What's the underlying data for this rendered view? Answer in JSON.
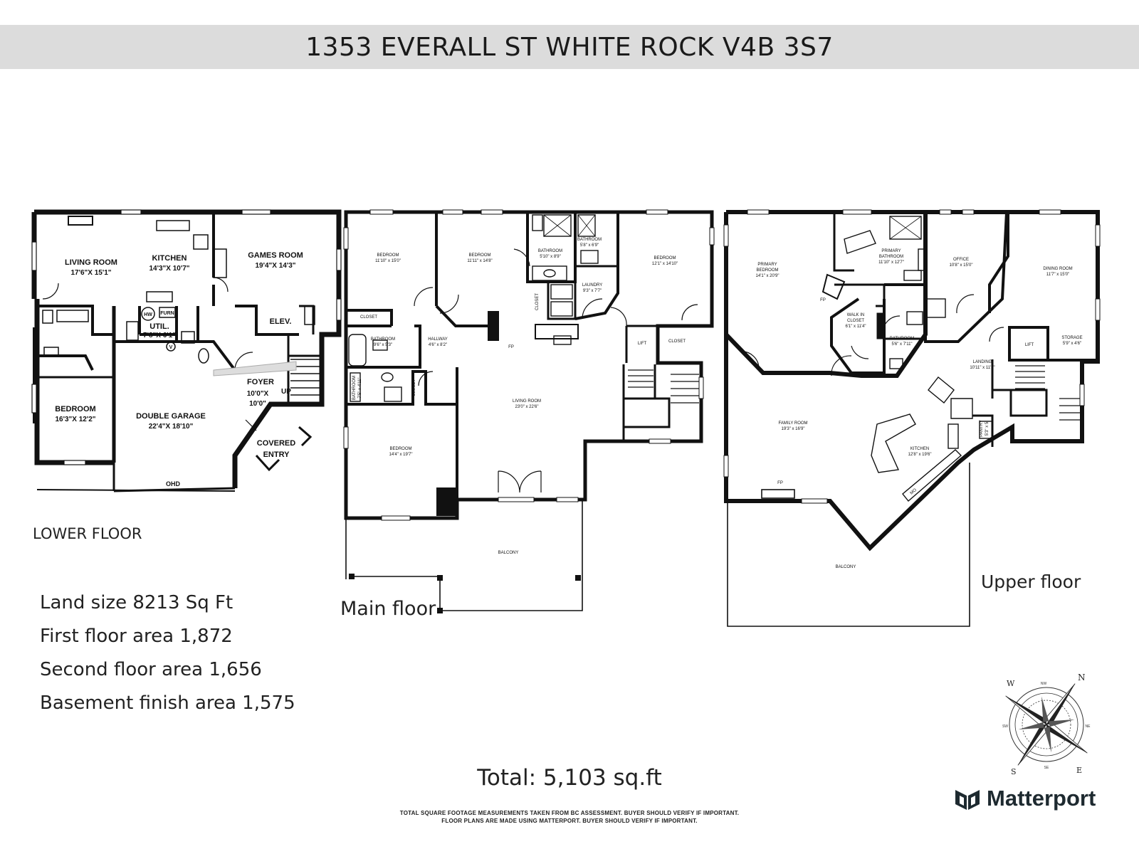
{
  "title": "1353 EVERALL ST WHITE ROCK V4B 3S7",
  "captions": {
    "lower": "LOWER FLOOR",
    "main": "Main floor",
    "upper": "Upper floor"
  },
  "stats": [
    "Land size 8213 Sq Ft",
    "First floor area 1,872",
    "Second floor area 1,656",
    "Basement finish area 1,575"
  ],
  "total": "Total: 5,103 sq.ft",
  "disclaimer": [
    "TOTAL SQUARE FOOTAGE MEASUREMENTS TAKEN FROM BC ASSESSMENT. BUYER SHOULD VERIFY IF IMPORTANT.",
    "FLOOR PLANS ARE MADE USING MATTERPORT. BUYER SHOULD VERIFY IF IMPORTANT."
  ],
  "brand": "Matterport",
  "brand_logo_icon": "matterport-logo-icon",
  "compass_icon": "compass-rose-icon",
  "lower_floor": {
    "living_room": {
      "name": "LIVING ROOM",
      "size": "17'6\"X 15'1\""
    },
    "kitchen": {
      "name": "KITCHEN",
      "size": "14'3\"X 10'7\""
    },
    "games_room": {
      "name": "GAMES ROOM",
      "size": "19'4\"X 14'3\""
    },
    "util": {
      "name": "UTIL.",
      "size": "7'8\"X 6'1\""
    },
    "hw": "HW",
    "furn": "FURN",
    "v": "V",
    "elev": "ELEV.",
    "up": "UP",
    "foyer": {
      "name": "FOYER",
      "size1": "10'0\"X",
      "size2": "10'0\""
    },
    "bedroom": {
      "name": "BEDROOM",
      "size": "16'3\"X 12'2\""
    },
    "garage": {
      "name": "DOUBLE GARAGE",
      "size": "22'4\"X 18'10\""
    },
    "covered1": "COVERED",
    "covered2": "ENTRY",
    "ohd": "OHD"
  },
  "main_floor": {
    "bedroom_a": {
      "name": "BEDROOM",
      "size": "11'10\" x 15'0\""
    },
    "bedroom_b": {
      "name": "BEDROOM",
      "size": "11'11\" x 14'8\""
    },
    "bath_a": {
      "name": "BATHROOM",
      "size": "5'10\" x 8'9\""
    },
    "bath_b": {
      "name": "BATHROOM",
      "size": "5'8\" x 6'9\""
    },
    "bedroom_c": {
      "name": "BEDROOM",
      "size": "12'1\" x 14'10\""
    },
    "laundry": {
      "name": "LAUNDRY",
      "size": "9'3\" x 7'7\""
    },
    "closet_a": "CLOSET",
    "closet_b": "CLOSET",
    "closet_c": "CLOSET",
    "closet_d": "CLOSET",
    "bath_c": {
      "name": "BATHROOM",
      "size": "9'6\" x 5'3\""
    },
    "hallway": {
      "name": "HALLWAY",
      "size": "4'6\" x 8'2\""
    },
    "fp": "FP",
    "lift": "LIFT",
    "bath_d": {
      "name": "BATHROOM",
      "size": "7'5\" x 4'11\""
    },
    "living": {
      "name": "LIVING ROOM",
      "size": "23'0\" x 22'6\""
    },
    "bedroom_d": {
      "name": "BEDROOM",
      "size": "14'4\" x 19'7\""
    },
    "balcony": "BALCONY"
  },
  "upper_floor": {
    "primary_bed": {
      "name1": "PRIMARY",
      "name2": "BEDROOM",
      "size": "14'1\" x 20'9\""
    },
    "primary_bath": {
      "name1": "PRIMARY",
      "name2": "BATHROOM",
      "size": "11'10\" x 12'7\""
    },
    "office": {
      "name": "OFFICE",
      "size": "10'8\" x 15'0\""
    },
    "dining": {
      "name": "DINING ROOM",
      "size": "11'7\" x 15'0\""
    },
    "fp_a": "FP",
    "walkin": {
      "name1": "WALK IN",
      "name2": "CLOSET",
      "size": "6'1\" x 11'4\""
    },
    "bath": {
      "name": "BATHROOM",
      "size": "5'6\" x 7'11\""
    },
    "storage": {
      "name": "STORAGE",
      "size": "5'9\" x 4'6\""
    },
    "lift": "LIFT",
    "landing": {
      "name": "LANDING",
      "size": "10'11\" x 11'7\""
    },
    "family": {
      "name": "FAMILY ROOM",
      "size": "19'3\" x 16'9\""
    },
    "kitchen": {
      "name": "KITCHEN",
      "size": "12'8\" x 19'6\""
    },
    "pantry": {
      "name": "PANTRY",
      "size": "5'3\" x 5'"
    },
    "fp_b": "FP",
    "mo": "MO",
    "balcony": "BALCONY"
  },
  "compass": {
    "n": "N",
    "s": "S",
    "e": "E",
    "w": "W",
    "nw": "NW",
    "ne": "NE",
    "se": "SE",
    "sw": "SW"
  }
}
